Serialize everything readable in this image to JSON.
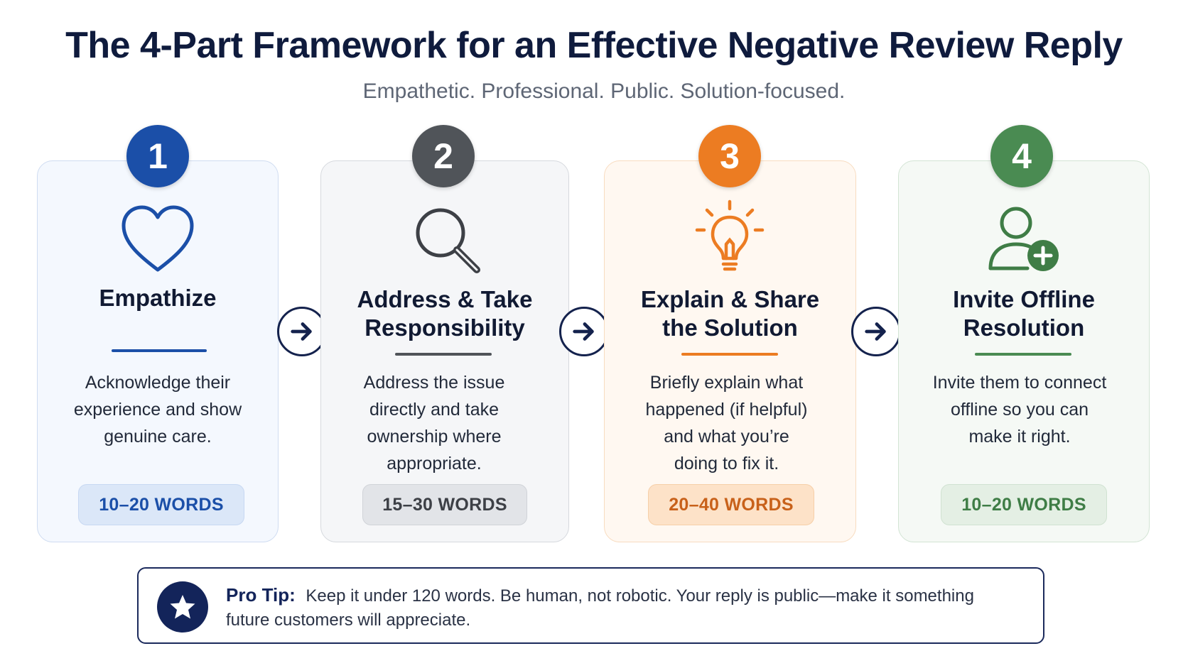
{
  "header": {
    "title": "The 4-Part Framework for an Effective Negative Review Reply",
    "subtitle": "Empathetic. Professional. Public. Solution-focused."
  },
  "colors": {
    "navy": "#0f1b3d",
    "blue": "#1b4fa8",
    "gray": "#505459",
    "orange": "#ec7c22",
    "green": "#4a8b52"
  },
  "steps": [
    {
      "number": "1",
      "icon": "heart-icon",
      "title_lines": [
        "Empathize"
      ],
      "description_lines": [
        "Acknowledge their",
        "experience and show",
        "genuine care."
      ],
      "words": "10–20 WORDS"
    },
    {
      "number": "2",
      "icon": "magnifier-icon",
      "title_lines": [
        "Address & Take",
        "Responsibility"
      ],
      "description_lines": [
        "Address the issue",
        "directly and take",
        "ownership where",
        "appropriate."
      ],
      "words": "15–30 WORDS"
    },
    {
      "number": "3",
      "icon": "lightbulb-icon",
      "title_lines": [
        "Explain & Share",
        "the Solution"
      ],
      "description_lines": [
        "Briefly explain what",
        "happened (if helpful)",
        "and what you’re",
        "doing to fix it."
      ],
      "words": "20–40 WORDS"
    },
    {
      "number": "4",
      "icon": "add-user-icon",
      "title_lines": [
        "Invite Offline",
        "Resolution"
      ],
      "description_lines": [
        "Invite them to connect",
        "offline so you can",
        "make it right."
      ],
      "words": "10–20 WORDS"
    }
  ],
  "tip": {
    "label": "Pro Tip:",
    "text_lines": [
      "Keep it under 120 words. Be human, not robotic. Your reply is public—make it something",
      "future customers will appreciate."
    ]
  }
}
